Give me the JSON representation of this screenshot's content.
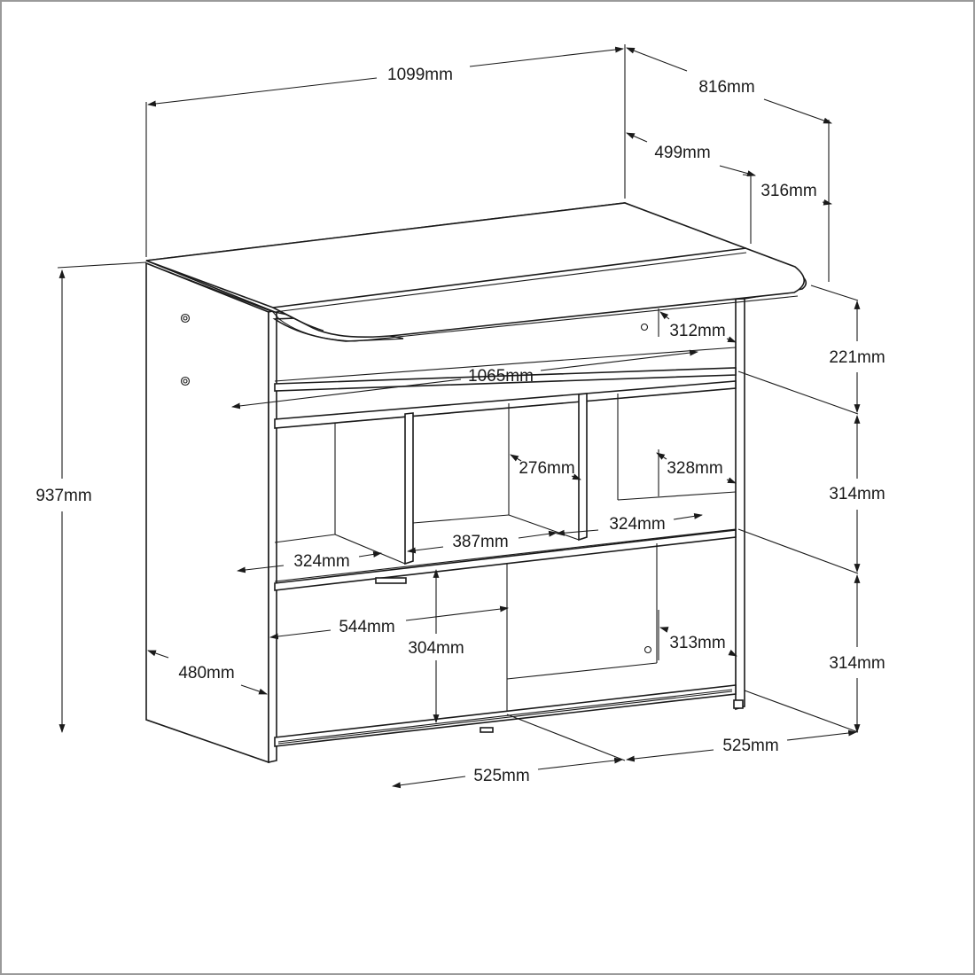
{
  "dimensions": {
    "d1099": "1099mm",
    "d816": "816mm",
    "d499": "499mm",
    "d316": "316mm",
    "d221": "221mm",
    "d312": "312mm",
    "d1065": "1065mm",
    "d937": "937mm",
    "d276": "276mm",
    "d328": "328mm",
    "d314_mid": "314mm",
    "d324_right": "324mm",
    "d387": "387mm",
    "d324_left": "324mm",
    "d544": "544mm",
    "d304": "304mm",
    "d313": "313mm",
    "d314_low": "314mm",
    "d480": "480mm",
    "d525_front": "525mm",
    "d525_right": "525mm"
  },
  "colors": {
    "line": "#1a1a1a",
    "background": "#ffffff",
    "border": "#9a9a9a"
  }
}
